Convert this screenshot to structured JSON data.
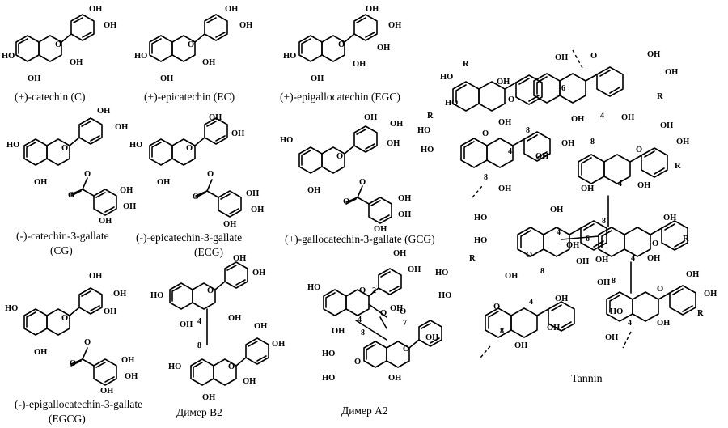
{
  "captions": {
    "c": "(+)-catechin (C)",
    "ec": "(+)-epicatechin (EC)",
    "egc": "(+)-epigallocatechin (EGC)",
    "cg1": "(-)-catechin-3-gallate",
    "cg2": "(CG)",
    "ecg1": "(-)-epicatechin-3-gallate",
    "ecg2": "(ECG)",
    "gcg": "(+)-gallocatechin-3-gallate (GCG)",
    "egcg1": "(-)-epigallocatechin-3-gallate",
    "egcg2": "(EGCG)",
    "b2": "Димер B2",
    "a2": "Димер A2",
    "tannin": "Tannin"
  },
  "atoms": {
    "oh": "OH",
    "ho": "HO",
    "o": "O",
    "r": "R"
  },
  "positions": {
    "p2": "2",
    "p4": "4",
    "p6": "6",
    "p7": "7",
    "p8": "8"
  }
}
